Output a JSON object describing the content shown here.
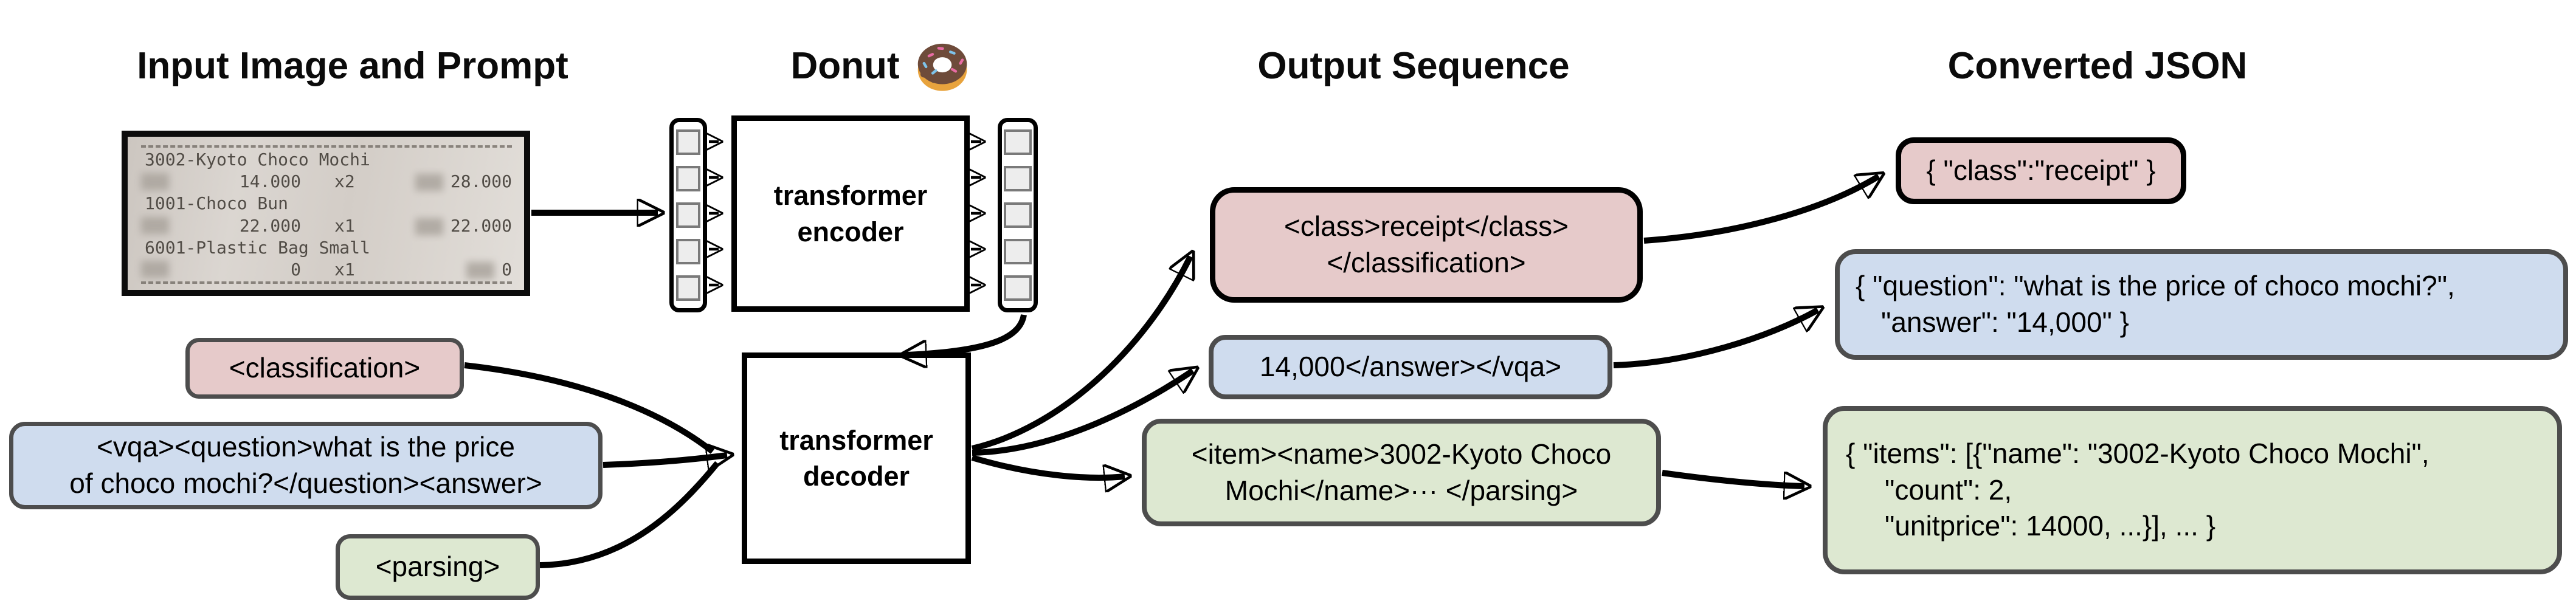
{
  "palette": {
    "task_classification_fill": "#e6caca",
    "task_vqa_fill": "#cfdcee",
    "task_parsing_fill": "#dde8d1",
    "box_border_dark": "#4d4d4d",
    "box_border_black": "#000000",
    "token_fill": "#ededed",
    "token_border": "#7a7a7a"
  },
  "headers": {
    "input": "Input Image and Prompt",
    "model": "Donut",
    "output": "Output Sequence",
    "converted": "Converted JSON"
  },
  "receipt": {
    "rows": [
      {
        "text": "3002-Kyoto Choco Mochi"
      },
      {
        "price": "14.000",
        "qty": "x2",
        "total": "28.000"
      },
      {
        "text": "1001-Choco Bun"
      },
      {
        "price": "22.000",
        "qty": "x1",
        "total": "22.000"
      },
      {
        "text": "6001-Plastic Bag Small"
      },
      {
        "price": "0",
        "qty": "x1",
        "total": "0"
      }
    ]
  },
  "encoder": {
    "line1": "transformer",
    "line2": "encoder",
    "input_patch_count": 5,
    "output_feature_count": 5
  },
  "decoder": {
    "line1": "transformer",
    "line2": "decoder"
  },
  "prompts": {
    "classification": {
      "text": "<classification>"
    },
    "vqa": {
      "line1": "<vqa><question>what is the price",
      "line2": "of choco mochi?</question><answer>"
    },
    "parsing": {
      "text": "<parsing>"
    }
  },
  "outputs": {
    "classification": {
      "line1": "<class>receipt</class>",
      "line2": "</classification>"
    },
    "vqa": {
      "text": "14,000</answer></vqa>"
    },
    "parsing": {
      "line1": "<item><name>3002-Kyoto Choco",
      "line2": "Mochi</name>··· </parsing>"
    }
  },
  "converted": {
    "classification": {
      "text": "{ \"class\":\"receipt\" }"
    },
    "vqa": {
      "line1": "{ \"question\": \"what is the price of choco mochi?\",",
      "line2": "\"answer\": \"14,000\" }"
    },
    "parsing": {
      "line1": "{ \"items\": [{\"name\": \"3002-Kyoto Choco Mochi\",",
      "line2": "\"count\": 2,",
      "line3": "\"unitprice\": 14000, ...}], ... }"
    }
  }
}
